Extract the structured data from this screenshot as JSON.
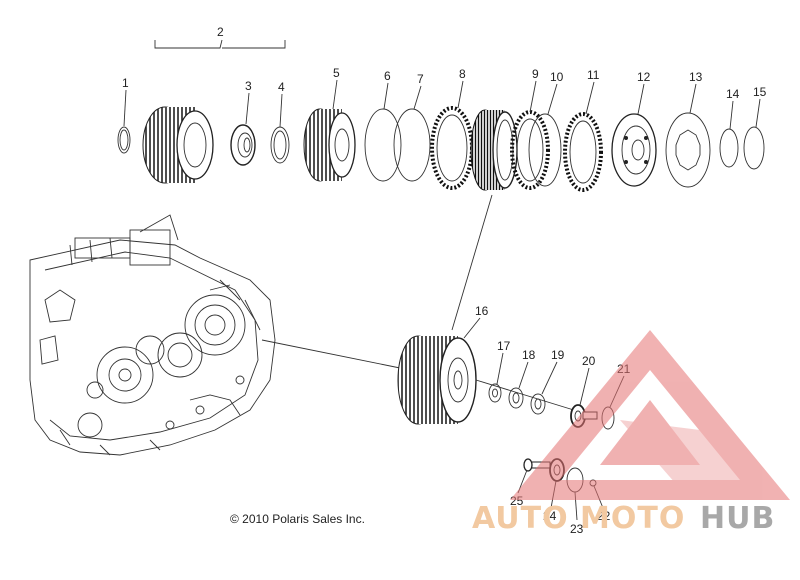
{
  "diagram": {
    "part_labels": [
      "1",
      "2",
      "3",
      "4",
      "5",
      "6",
      "7",
      "8",
      "9",
      "10",
      "11",
      "12",
      "13",
      "14",
      "15",
      "16",
      "17",
      "18",
      "19",
      "20",
      "21",
      "22",
      "23",
      "24",
      "25"
    ],
    "copyright": "© 2010 Polaris Sales Inc."
  },
  "watermark": {
    "text_auto": "AUTO",
    "text_moto": "MOTO",
    "text_hub": "HUB",
    "colors": {
      "auto": "#f2c9a1",
      "moto": "#f2c9a1",
      "hub": "#a8a8a8",
      "triangle": "#e57373"
    }
  }
}
